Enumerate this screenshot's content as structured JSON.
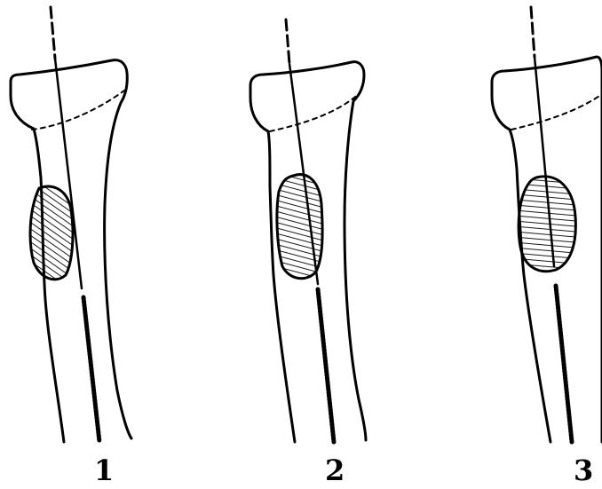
{
  "panels": [
    {
      "label": "1"
    },
    {
      "label": "2"
    },
    {
      "label": "3"
    }
  ],
  "colors": {
    "ink": "#000000",
    "background": "#ffffff"
  }
}
